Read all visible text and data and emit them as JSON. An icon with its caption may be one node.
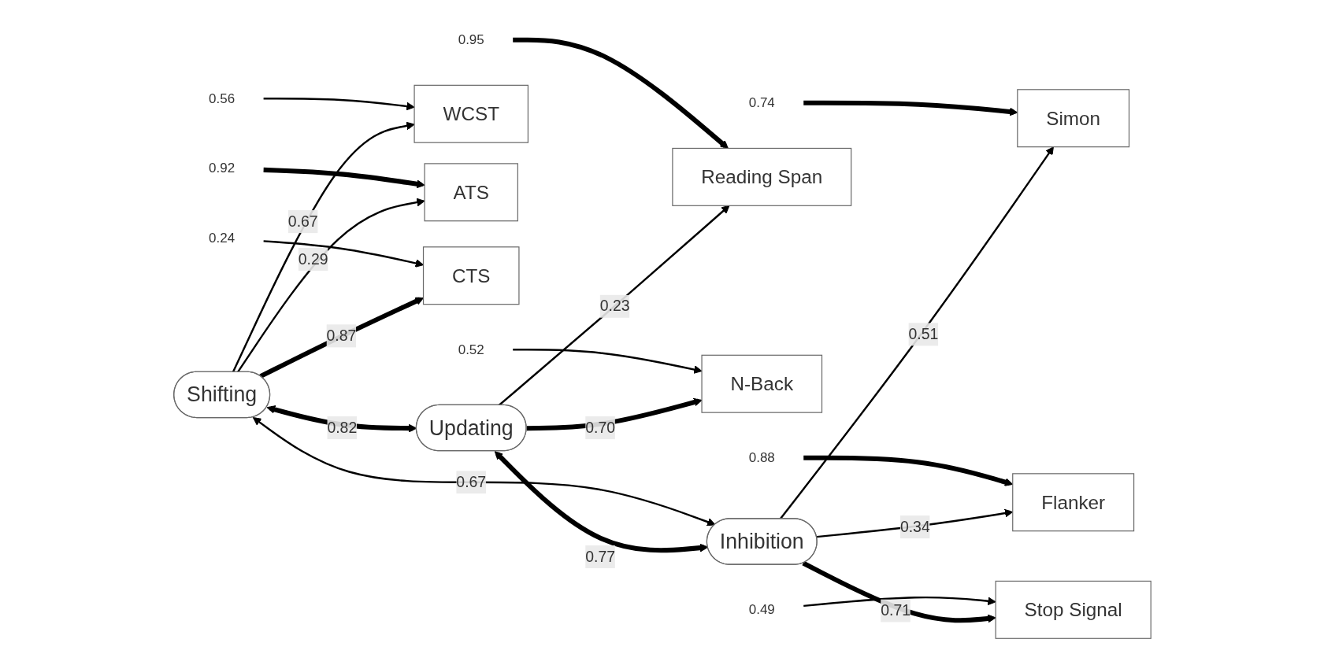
{
  "diagram": {
    "nodes": [
      {
        "text": [
          "Shifting"
        ]
      },
      {
        "text": [
          "Updating"
        ]
      },
      {
        "text": [
          "Inhibition"
        ]
      },
      {
        "text": [
          "WCST"
        ]
      },
      {
        "text": [
          "ATS"
        ]
      },
      {
        "text": [
          "CTS"
        ]
      },
      {
        "text": [
          "Reading Span"
        ]
      },
      {
        "text": [
          "N-Back"
        ]
      },
      {
        "text": [
          "Simon"
        ]
      },
      {
        "text": [
          "Flanker"
        ]
      },
      {
        "text": [
          "Stop Signal"
        ]
      },
      {
        "text": [
          "0.56"
        ]
      },
      {
        "text": [
          "0.92"
        ]
      },
      {
        "text": [
          "0.24"
        ]
      },
      {
        "text": [
          "0.95"
        ]
      },
      {
        "text": [
          "0.52"
        ]
      },
      {
        "text": [
          "0.74"
        ]
      },
      {
        "text": [
          "0.88"
        ]
      },
      {
        "text": [
          "0.49"
        ]
      }
    ],
    "edges": [
      {
        "from": 0,
        "to": 3,
        "arrow": "to",
        "label": "0.67"
      },
      {
        "from": 0,
        "to": 4,
        "arrow": "to",
        "label": "0.29"
      },
      {
        "from": 0,
        "to": 5,
        "arrow": "to",
        "label": "0.87",
        "style": "thick"
      },
      {
        "from": 1,
        "to": 6,
        "arrow": "to",
        "label": "0.23"
      },
      {
        "from": 1,
        "to": 7,
        "arrow": "to",
        "label": "0.70",
        "style": "thick"
      },
      {
        "from": 2,
        "to": 8,
        "arrow": "to",
        "label": "0.51"
      },
      {
        "from": 2,
        "to": 9,
        "arrow": "to",
        "label": "0.34"
      },
      {
        "from": 2,
        "to": 10,
        "arrow": "to",
        "label": "0.71",
        "style": "thick"
      },
      {
        "from": 0,
        "to": 1,
        "arrow": "both",
        "label": "0.82",
        "style": "thick"
      },
      {
        "from": 1,
        "to": 2,
        "arrow": "both",
        "label": "0.77",
        "style": "thick"
      },
      {
        "from": 0,
        "to": 2,
        "arrow": "both",
        "label": "0.67"
      },
      {
        "from": 11,
        "to": 3,
        "arrow": "to"
      },
      {
        "from": 12,
        "to": 4,
        "arrow": "to",
        "style": "thick"
      },
      {
        "from": 13,
        "to": 5,
        "arrow": "to"
      },
      {
        "from": 14,
        "to": 6,
        "arrow": "to",
        "style": "thick"
      },
      {
        "from": 15,
        "to": 7,
        "arrow": "to"
      },
      {
        "from": 16,
        "to": 8,
        "arrow": "to",
        "style": "thick"
      },
      {
        "from": 17,
        "to": 9,
        "arrow": "to",
        "style": "thick"
      },
      {
        "from": 18,
        "to": 10,
        "arrow": "to"
      }
    ]
  }
}
